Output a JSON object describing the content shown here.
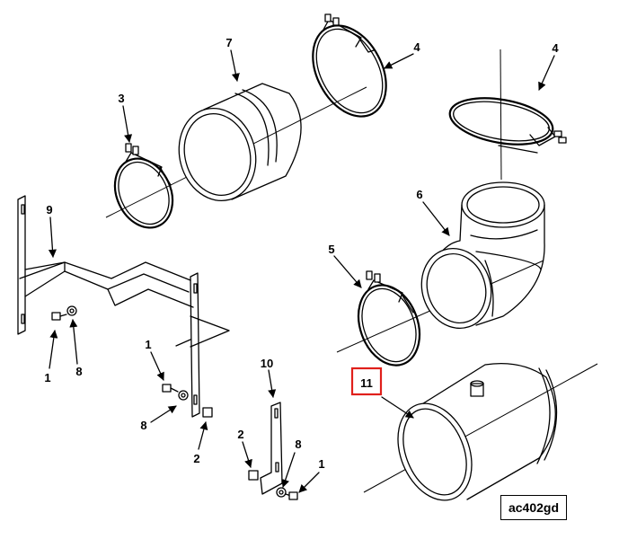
{
  "callouts": {
    "c7": "7",
    "c4a": "4",
    "c4b": "4",
    "c3": "3",
    "c6": "6",
    "c9": "9",
    "c5": "5",
    "c1a": "1",
    "c8a": "8",
    "c1b": "1",
    "c8b": "8",
    "c2a": "2",
    "c10": "10",
    "c11": "11",
    "c2b": "2",
    "c8c": "8",
    "c1c": "1"
  },
  "reference_id": "ac402gd",
  "highlight_color": "#e0201b"
}
